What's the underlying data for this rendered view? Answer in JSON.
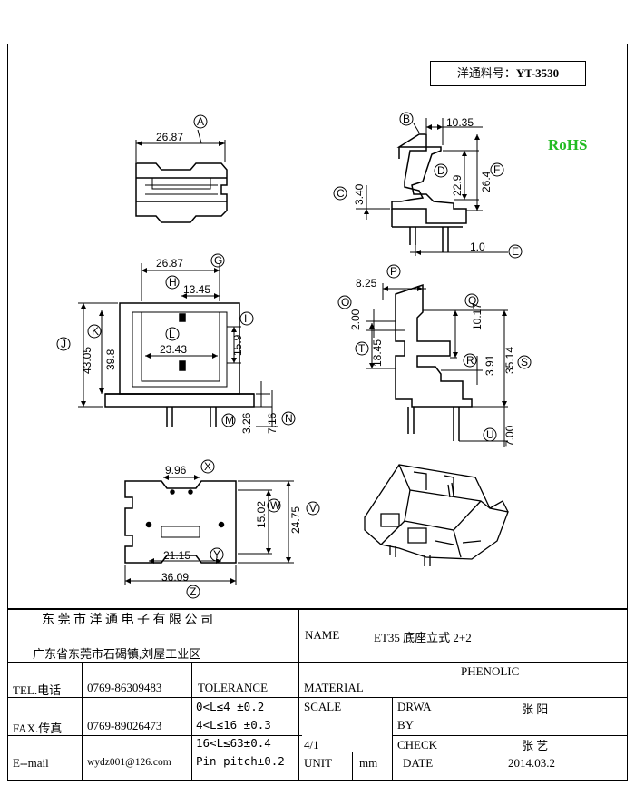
{
  "header": {
    "part_label": "洋通料号：",
    "part_no": "YT-3530",
    "rohs": "RoHS"
  },
  "dims": {
    "top_view": {
      "letter": "A",
      "width": "26.87"
    },
    "side_view": {
      "b": "B",
      "b_val": "10.35",
      "c": "C",
      "c_val": "3.40",
      "d": "D",
      "d_val": "22.9",
      "f": "F",
      "f_val": "26.4",
      "e": "E",
      "e_val": "1.0"
    },
    "front_view": {
      "w": "26.87",
      "g": "G",
      "h": "H",
      "h_val": "13.45",
      "i": "I",
      "l": "L",
      "l_val": "23.43",
      "i_val": "15.9",
      "j": "J",
      "j_val": "43.05",
      "k": "K",
      "k_val": "39.8",
      "m": "M",
      "m_val": "3.26",
      "n": "N",
      "n_val": "7.16"
    },
    "right_view": {
      "p": "P",
      "p_val": "8.25",
      "o": "O",
      "o_val": "2.00",
      "q": "Q",
      "q_val": "10.17",
      "t": "T",
      "t_val": "18.45",
      "r": "R",
      "r_val": "3.91",
      "s": "S",
      "s_val": "35.14",
      "u": "U",
      "u_val": "7.00"
    },
    "bottom_view": {
      "x": "X",
      "x_val": "9.96",
      "w": "W",
      "w_val": "15.02",
      "v": "V",
      "v_val": "24.75",
      "y": "Y",
      "y_val": "21.15",
      "z": "Z",
      "z_val": "36.09"
    }
  },
  "title_block": {
    "company": "东 莞 市 洋 通 电 子 有 限 公 司",
    "address": "广东省东莞市石碣镇,刘屋工业区",
    "name_label": "NAME",
    "name_value": "ET35  底座立式 2+2",
    "tel_label": "TEL.电话",
    "tel_value": "0769-86309483",
    "tolerance_label": "TOLERANCE",
    "material_label": "MATERIAL",
    "material_value": "PHENOLIC",
    "fax_label": "FAX.传真",
    "fax_value": "0769-89026473",
    "tol1": "0<L≤4  ±0.2",
    "tol2": "4<L≤16 ±0.3",
    "tol3": "16<L≤63±0.4",
    "tol4": "Pin pitch±0.2",
    "scale_label": "SCALE",
    "scale_value": "4/1",
    "drawn_label1": "DRWA",
    "drawn_label2": "BY",
    "drawn_value": "张 阳",
    "check_label": "CHECK",
    "check_value": "张 艺",
    "email_label": "E--mail",
    "email_value": "wydz001@126.com",
    "unit_label": "UNIT",
    "unit_value": "mm",
    "date_label": "DATE",
    "date_value": "2014.03.2"
  }
}
